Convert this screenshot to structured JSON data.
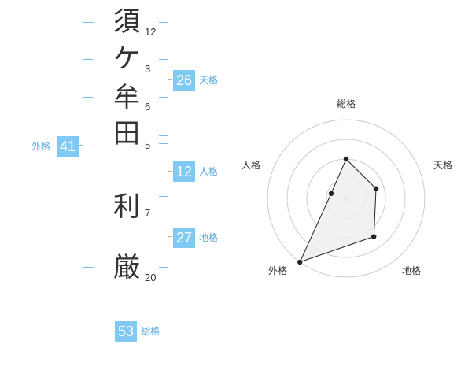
{
  "name": {
    "chars": [
      {
        "char": "須",
        "strokes": "12"
      },
      {
        "char": "ケ",
        "strokes": "3"
      },
      {
        "char": "牟",
        "strokes": "6"
      },
      {
        "char": "田",
        "strokes": "5"
      },
      {
        "char": "利",
        "strokes": "7"
      },
      {
        "char": "厳",
        "strokes": "20"
      }
    ]
  },
  "scores": {
    "tenkaku": {
      "value": "26",
      "label": "天格"
    },
    "jinkaku": {
      "value": "12",
      "label": "人格"
    },
    "chikaku": {
      "value": "27",
      "label": "地格"
    },
    "gaikaku": {
      "value": "41",
      "label": "外格"
    },
    "soukaku": {
      "value": "53",
      "label": "総格"
    }
  },
  "chart_data": {
    "type": "radar",
    "axes": [
      "総格",
      "天格",
      "地格",
      "外格",
      "人格"
    ],
    "values": [
      0.5,
      0.4,
      0.6,
      1.0,
      0.2
    ],
    "range": [
      0,
      1
    ],
    "rings": 4,
    "colors": {
      "fill": "#eeeeee",
      "line": "#222222",
      "grid": "#cccccc",
      "center": "#bbbbbb"
    }
  }
}
